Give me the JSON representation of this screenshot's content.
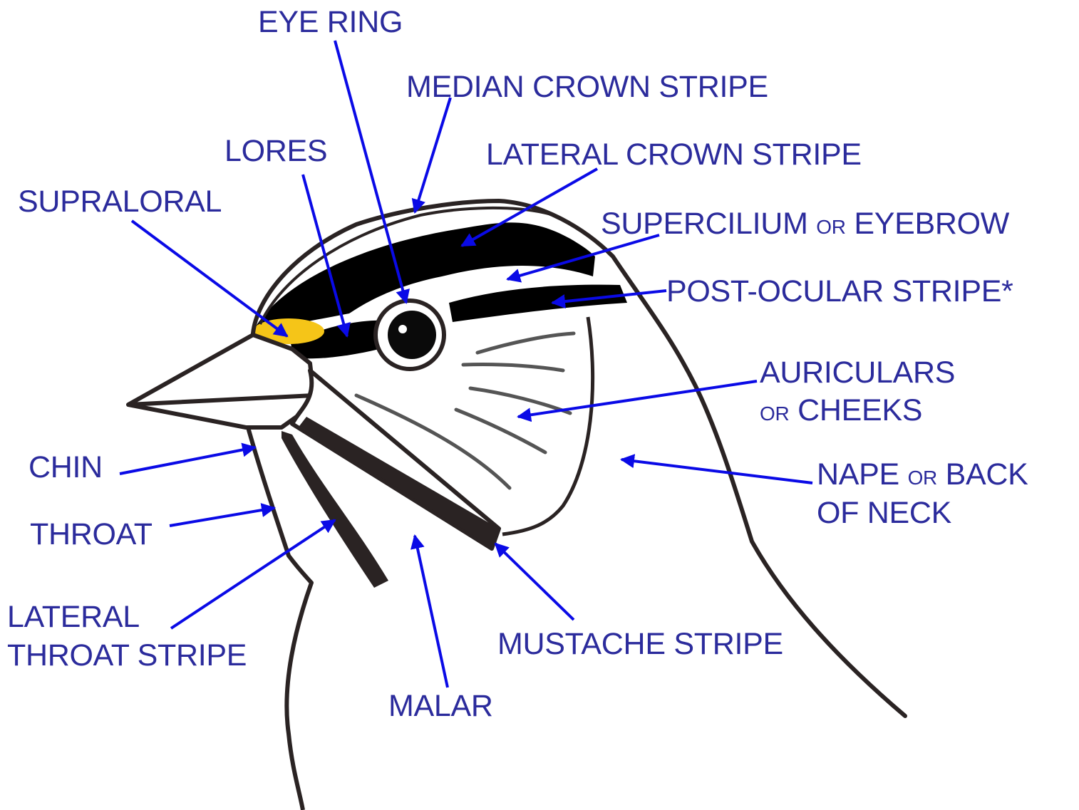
{
  "labels": {
    "eye_ring": "EYE RING",
    "median_crown": "MEDIAN CROWN STRIPE",
    "lores": "LORES",
    "lateral_crown": "LATERAL CROWN STRIPE",
    "supraloral": "SUPRALORAL",
    "supercilium": "SUPERCILIUM",
    "supercilium_or": "OR",
    "supercilium_alt": "EYEBROW",
    "post_ocular": "POST-OCULAR STRIPE*",
    "auriculars": "AURICULARS",
    "auriculars_or": "OR",
    "auriculars_alt": "CHEEKS",
    "chin": "CHIN",
    "nape": "NAPE",
    "nape_or": "OR",
    "nape_alt": "BACK",
    "nape_line2": "OF NECK",
    "throat": "THROAT",
    "lateral_throat_1": "LATERAL",
    "lateral_throat_2": "THROAT STRIPE",
    "mustache": "MUSTACHE STRIPE",
    "malar": "MALAR"
  },
  "colors": {
    "label_text": "#2b2b9c",
    "arrow": "#0a0ae6",
    "outline": "#2a2323",
    "stripe": "#000000",
    "supraloral_patch": "#f5c518"
  }
}
